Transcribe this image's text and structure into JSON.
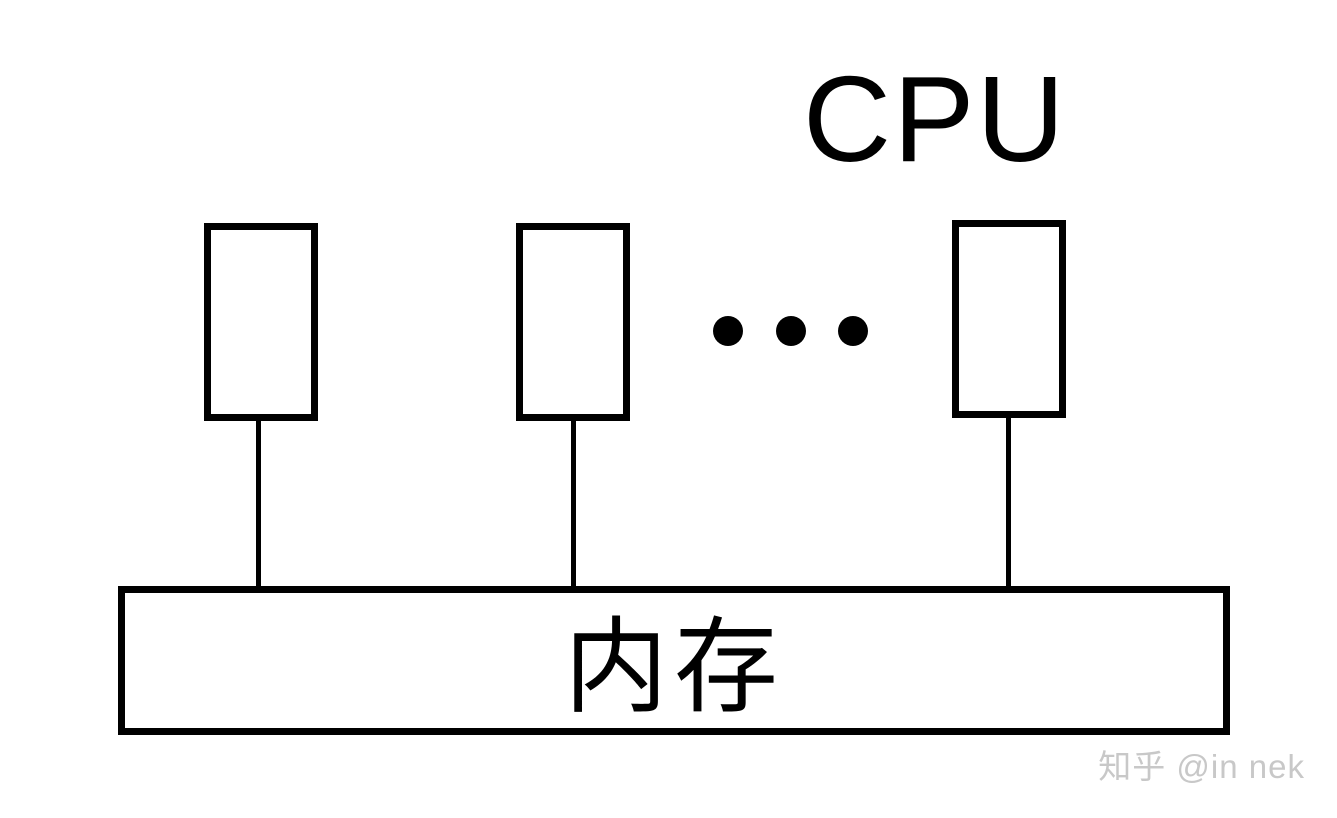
{
  "diagram": {
    "cpu_label": "CPU",
    "cpu_box_count": 3,
    "ellipsis_dot_count": 3,
    "memory_bus": {
      "label": "内存"
    },
    "watermark": "知乎 @in nek",
    "colors": {
      "stroke": "#000000",
      "background": "#ffffff",
      "watermark": "#c8c8c8"
    }
  }
}
